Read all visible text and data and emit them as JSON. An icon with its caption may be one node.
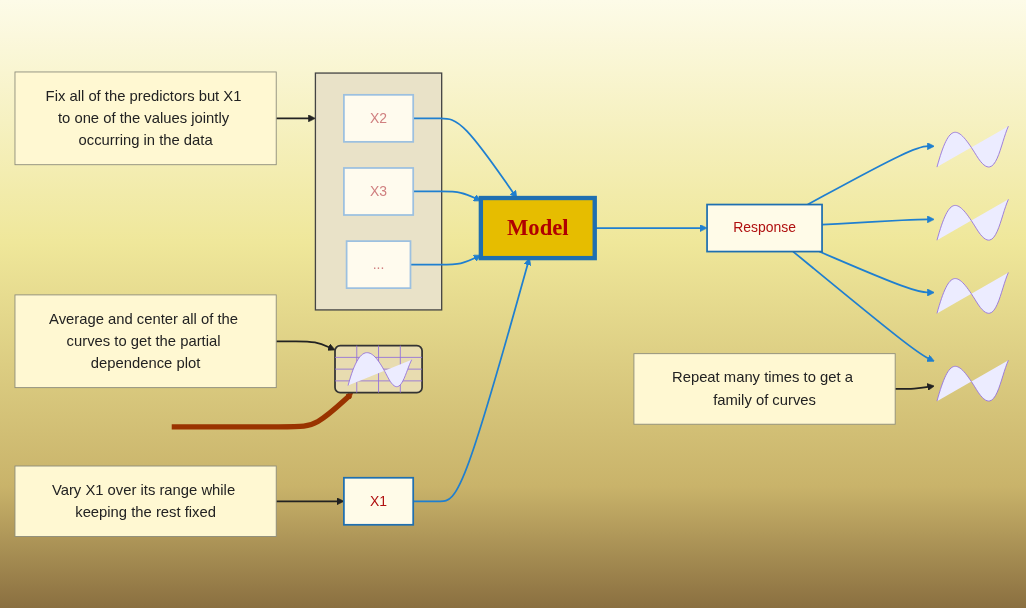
{
  "diagram": {
    "nodes": [
      {
        "text": [
          "Vary X1 over its range while keeping the rest fixed"
        ]
      },
      {
        "text": [
          "X1"
        ]
      },
      {
        "text": [],
        "shape": "box"
      },
      {
        "text": [
          "X2"
        ],
        "in": 2
      },
      {
        "text": [
          "X3"
        ],
        "in": 2
      },
      {
        "text": [
          "..."
        ],
        "in": 2
      },
      {
        "text": [
          "Model"
        ]
      },
      {
        "text": [
          "Response"
        ]
      },
      {
        "text": [
          "Repeat many times to get a family of curves"
        ]
      },
      {
        "text": [],
        "shape": "picture"
      },
      {
        "text": [],
        "shape": "picture"
      },
      {
        "text": [],
        "shape": "picture"
      },
      {
        "text": [],
        "shape": "picture"
      },
      {
        "text": [],
        "shape": "picture"
      },
      {
        "text": [
          "Fix all of the predictors but X1 to one of the values jointly occurring in the data"
        ]
      },
      {
        "text": [
          "Average and center all of the curves to get the partial dependence plot"
        ]
      }
    ],
    "edges": [
      {
        "from": 0,
        "to": 1,
        "arrow": "to",
        "color": "#222222"
      },
      {
        "from": 1,
        "to": 6,
        "arrow": "to"
      },
      {
        "from": 3,
        "to": 6,
        "arrow": "to"
      },
      {
        "from": 4,
        "to": 6,
        "arrow": "to"
      },
      {
        "from": 5,
        "to": 6,
        "arrow": "to"
      },
      {
        "from": 6,
        "to": 7,
        "arrow": "to"
      },
      {
        "from": 7,
        "to": 9,
        "arrow": "to"
      },
      {
        "from": 7,
        "to": 10,
        "arrow": "to"
      },
      {
        "from": 7,
        "to": 11,
        "arrow": "to"
      },
      {
        "from": 7,
        "to": 12,
        "arrow": "to"
      },
      {
        "from": 8,
        "to": 9,
        "arrow": "to",
        "color": "#222222"
      },
      {
        "from": null,
        "to": 13,
        "arrow": "to",
        "style": "thick",
        "color": "#9a3300"
      },
      {
        "from": 14,
        "to": 2,
        "arrow": "to",
        "color": "#222222"
      },
      {
        "from": 15,
        "to": 13,
        "arrow": "to",
        "color": "#222222"
      }
    ]
  }
}
